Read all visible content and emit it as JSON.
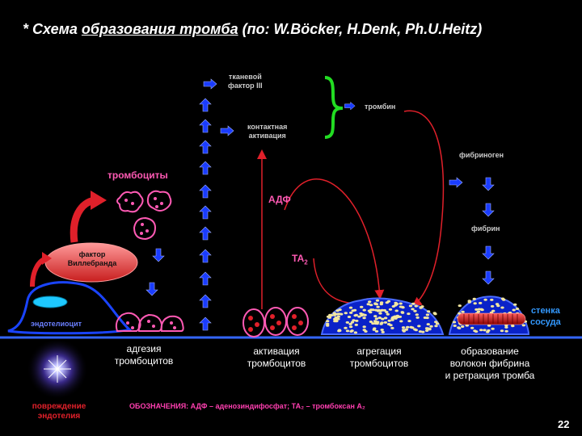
{
  "title": {
    "prefix": "* Схема ",
    "underlined": "образования тромба",
    "suffix": " (по: W.Böcker, H.Denk, Ph.U.Heitz)"
  },
  "labels": {
    "tissue_factor": [
      "тканевой",
      "фактор III"
    ],
    "contact_activation": [
      "контактная",
      "активация"
    ],
    "thrombin": "тромбин",
    "fibrinogen": "фибриноген",
    "fibrin": "фибрин",
    "platelets": "тромбоциты",
    "adp": "АДФ",
    "ta2": "ТА",
    "ta2_sub": "2",
    "vwf": [
      "фактор",
      "Виллебранда"
    ],
    "endotheliocyte": "эндотелиоцит",
    "vessel_wall": [
      "стенка",
      "сосуда"
    ]
  },
  "captions": {
    "adhesion": [
      "адгезия",
      "тромбоцитов"
    ],
    "activation": [
      "активация",
      "тромбоцитов"
    ],
    "aggregation": [
      "агрегация",
      "тромбоцитов"
    ],
    "formation": [
      "образование",
      "волокон фибрина",
      "и ретракция тромба"
    ]
  },
  "damage": [
    "повреждение",
    "эндотелия"
  ],
  "legend": "ОБОЗНАЧЕНИЯ: АДФ – аденозиндифосфат; ТА₂ – тромбоксан А₂",
  "page_number": "22",
  "colors": {
    "background": "#000000",
    "pink": "#ff5ab4",
    "blue_arrow": "#1a3cff",
    "red_arrow": "#e0202a",
    "green_brace": "#22dd22",
    "cell_outline": "#1a44ff"
  }
}
